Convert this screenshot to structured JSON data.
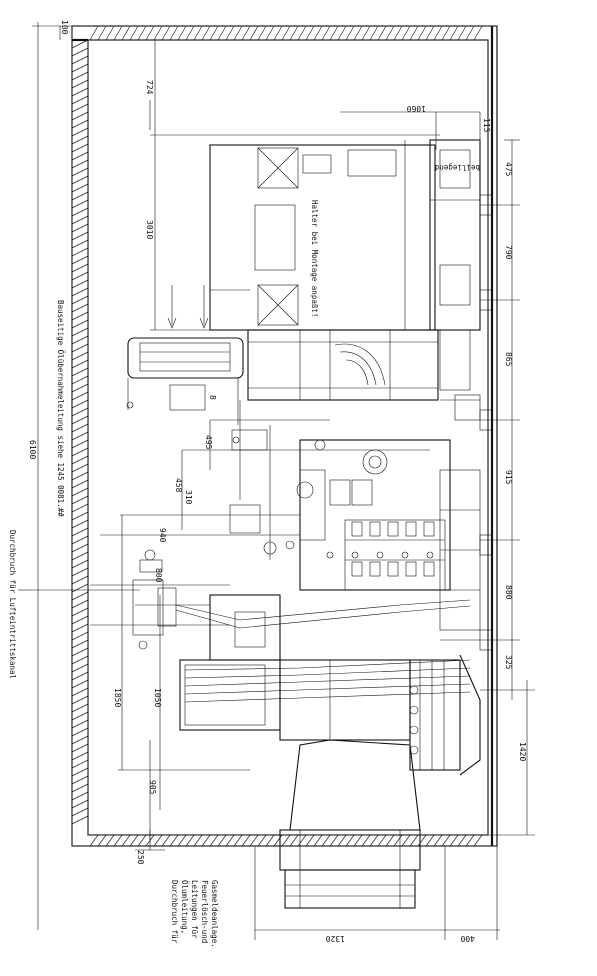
{
  "dimensions": {
    "d100": "100",
    "d724": "724",
    "d3010": "3010",
    "d6100": "6100",
    "d1060": "1060",
    "d115": "115",
    "d475": "475",
    "d790": "790",
    "d865": "865",
    "d915": "915",
    "d880": "880",
    "d325": "325",
    "d1420": "1420",
    "d495": "495",
    "d458": "458",
    "d310": "310",
    "d940": "940",
    "d800": "800",
    "d1850": "1850",
    "d1050": "1050",
    "d905": "905",
    "d250": "250",
    "d1320": "1320",
    "d400": "400",
    "d8": "8"
  },
  "labels": {
    "wall_opening_air": "Durchbruch für Lufteintrittskanal",
    "oil_cooler_note": "Bauseitige Ölübernahmeleitung siehe 1245 0081.##",
    "erection_note": "Halter bei Montage anpaßt!",
    "delivered_note": "beiliegend",
    "wall_opening_pipes": [
      "Durchbruch für",
      "Ölumleitung,",
      "Leitungen für",
      "Feuerlösch-und",
      "Gasmeldeanlage."
    ]
  }
}
